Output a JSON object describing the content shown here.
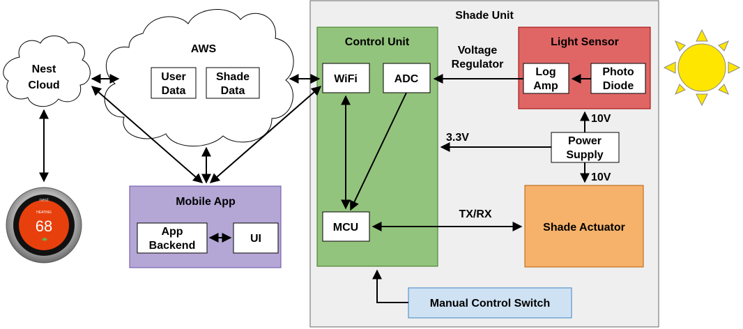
{
  "nest": {
    "line1": "Nest",
    "line2": "Cloud",
    "thermostat_display": "68",
    "thermostat_mode": "HEATING",
    "thermostat_brand": "nest"
  },
  "aws": {
    "title": "AWS",
    "user_data_line1": "User",
    "user_data_line2": "Data",
    "shade_data_line1": "Shade",
    "shade_data_line2": "Data"
  },
  "mobile_app": {
    "title": "Mobile App",
    "backend_line1": "App",
    "backend_line2": "Backend",
    "ui": "UI"
  },
  "shade_unit": {
    "title": "Shade Unit",
    "control_unit": {
      "title": "Control Unit",
      "wifi": "WiFi",
      "adc": "ADC",
      "mcu": "MCU"
    },
    "light_sensor": {
      "title": "Light Sensor",
      "log_amp_line1": "Log",
      "log_amp_line2": "Amp",
      "photo_line1": "Photo",
      "photo_line2": "Diode"
    },
    "voltage_regulator_line1": "Voltage",
    "voltage_regulator_line2": "Regulator",
    "power_supply_line1": "Power",
    "power_supply_line2": "Supply",
    "label_10v_top": "10V",
    "label_10v_bottom": "10V",
    "label_3v3": "3.3V",
    "label_txrx": "TX/RX",
    "shade_actuator": "Shade Actuator",
    "manual_switch": "Manual Control Switch"
  },
  "colors": {
    "shade_unit_bg": "#efefef",
    "control_unit_bg": "#93c47d",
    "light_sensor_bg": "#e06666",
    "shade_actuator_bg": "#f6b26b",
    "mobile_app_bg": "#b4a7d6",
    "manual_switch_bg": "#cfe2f3",
    "sun": "#ffe600",
    "thermostat_face": "#e8400c"
  }
}
